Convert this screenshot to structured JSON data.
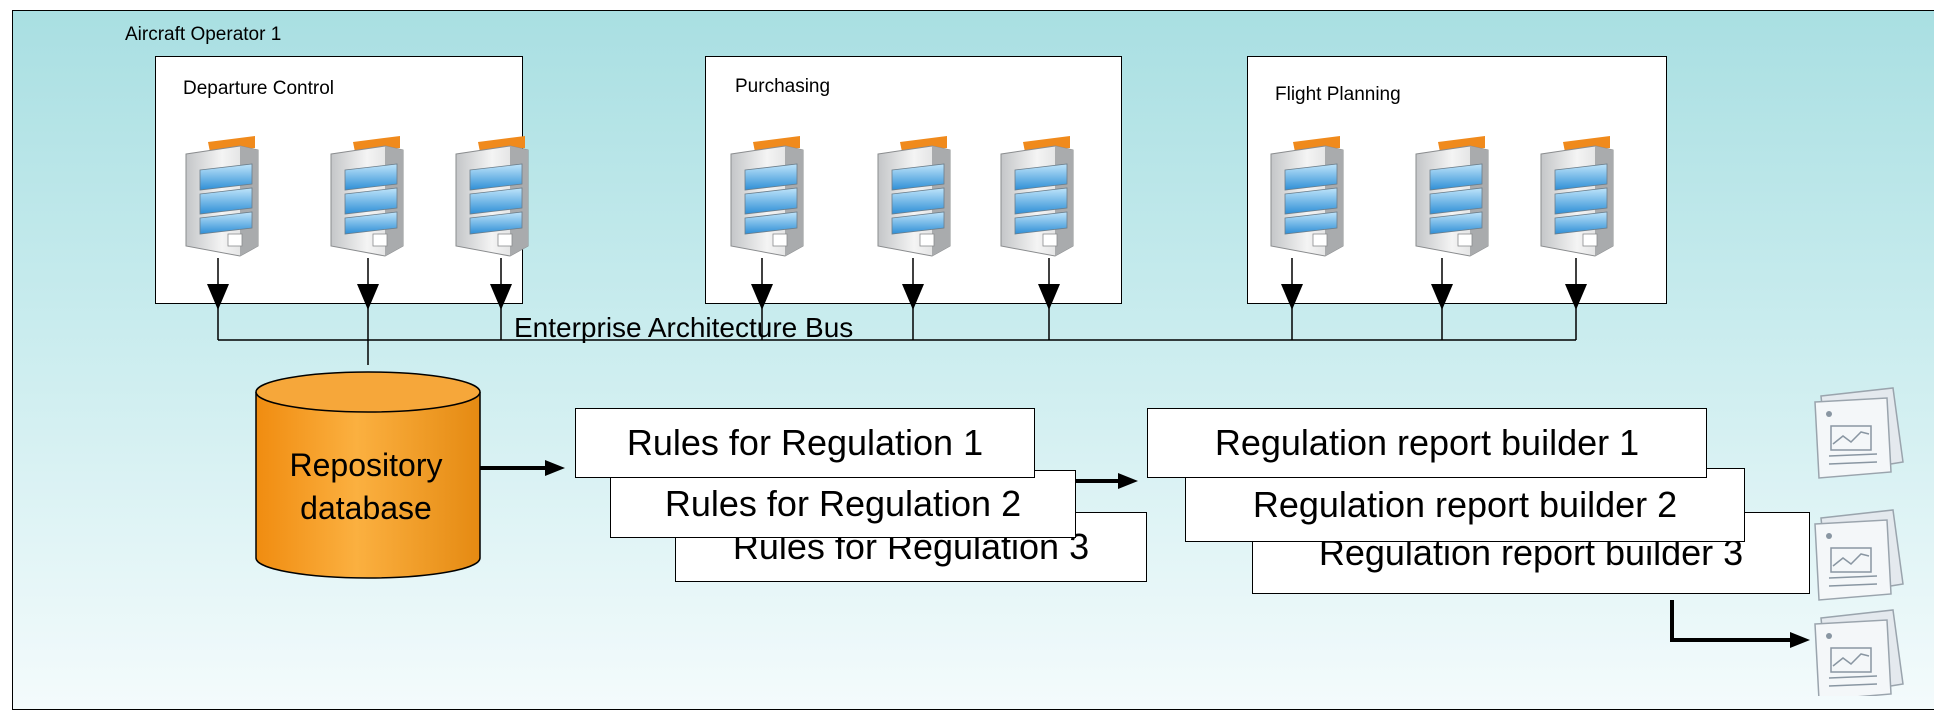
{
  "operator_label": "Aircraft Operator 1",
  "groups": [
    {
      "label": "Departure Control"
    },
    {
      "label": "Purchasing"
    },
    {
      "label": "Flight Planning"
    }
  ],
  "bus_label": "Enterprise Architecture Bus",
  "database": {
    "line1": "Repository",
    "line2": "database",
    "color": "#f7a023"
  },
  "rules": [
    "Rules for Regulation 1",
    "Rules for Regulation 2",
    "Rules for Regulation 3"
  ],
  "builders": [
    "Regulation report builder 1",
    "Regulation report builder 2",
    "Regulation report builder 3"
  ],
  "colors": {
    "background_top": "#a9dfe2",
    "server_screen": "#3fa9e6",
    "server_tab": "#f08a1c"
  },
  "icons": {
    "server": "server-icon",
    "report": "report-document-icon"
  }
}
